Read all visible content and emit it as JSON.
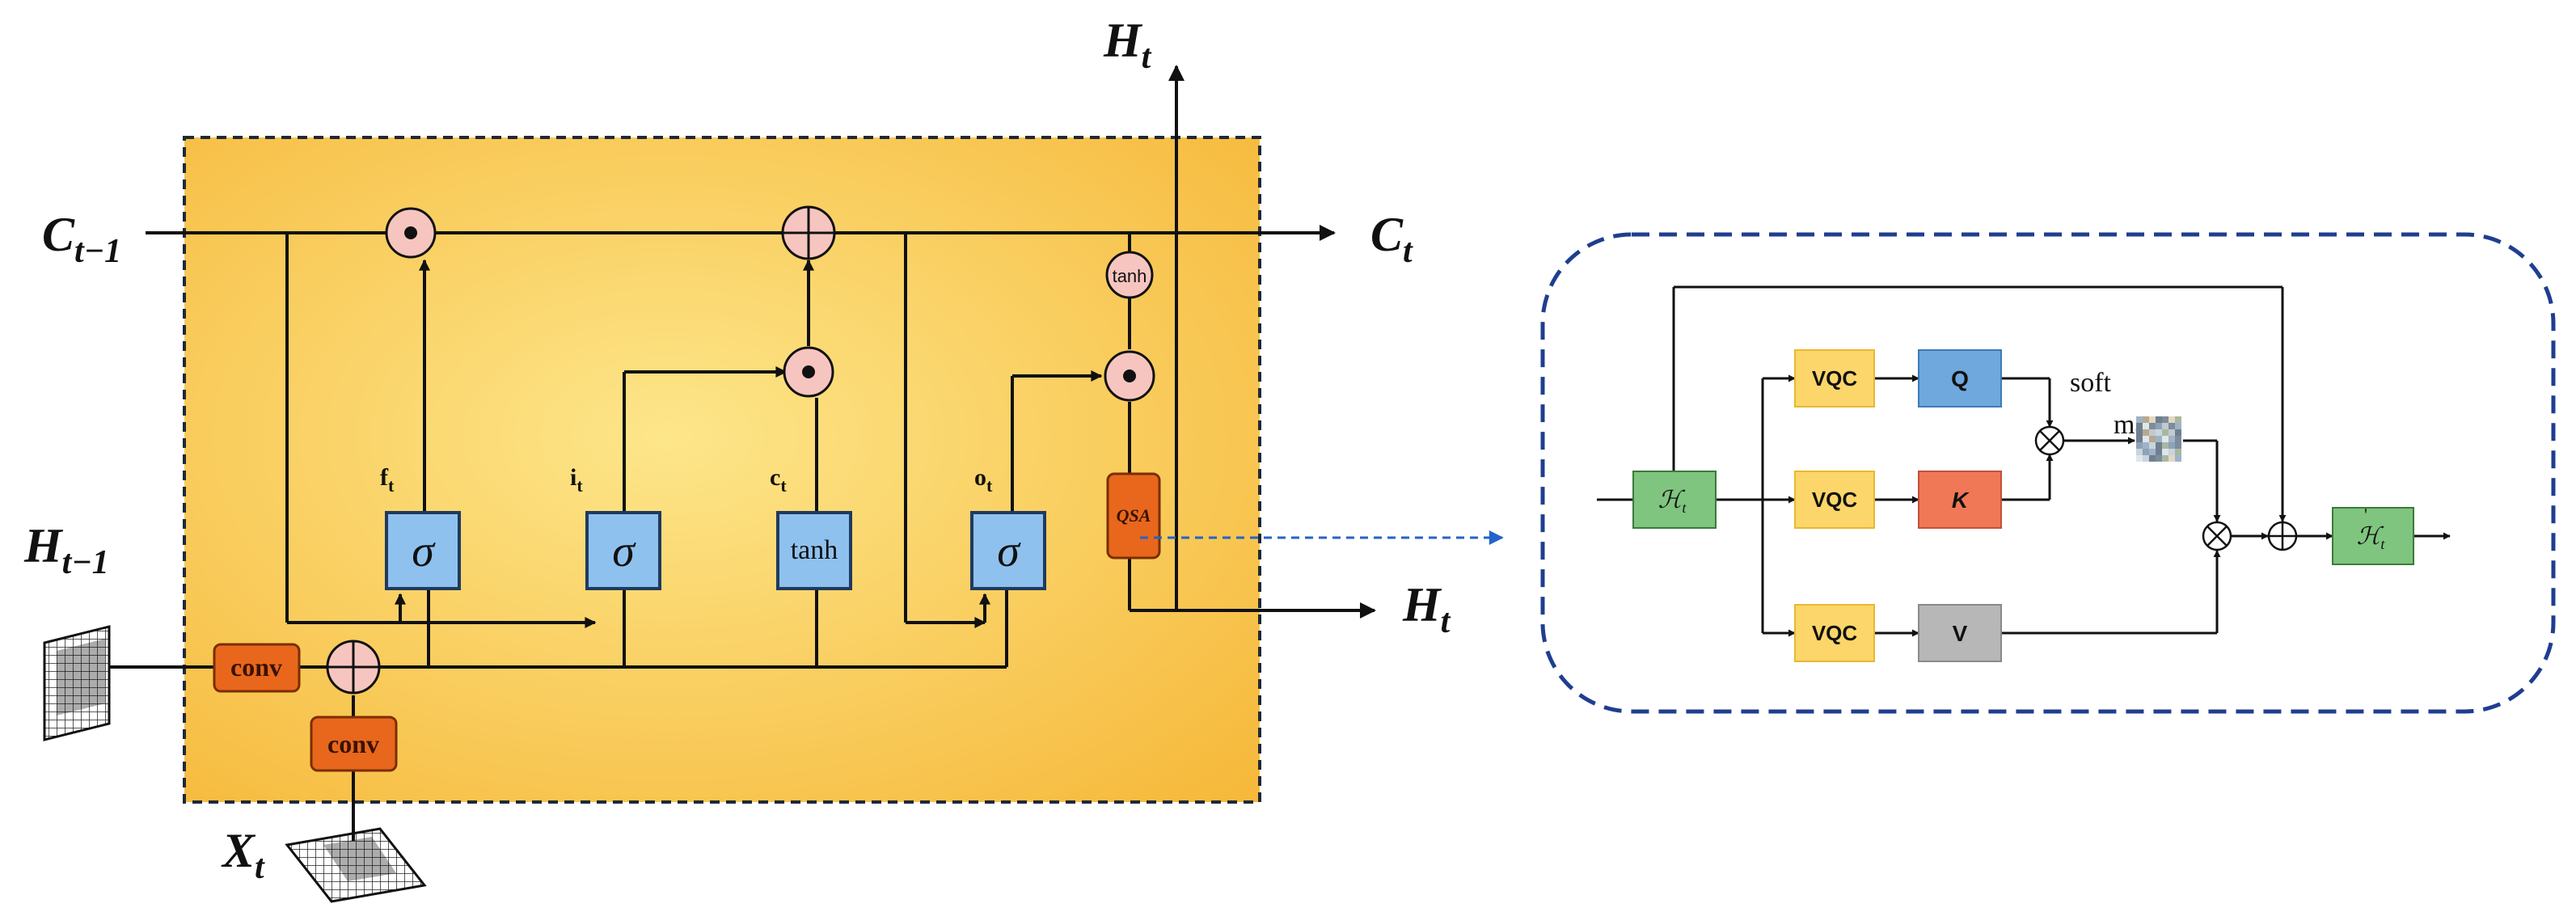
{
  "colors": {
    "cell_fill": "#fcd34d",
    "cell_fill_edge": "#f5b942",
    "cell_border": "#1f2937",
    "gate_fill": "#8fc1ee",
    "gate_border": "#1f3a5f",
    "op_fill": "#f7c5c0",
    "conv_fill": "#e8671c",
    "attn_border": "#1f3e8f",
    "vqc_fill": "#fcd66a",
    "q_fill": "#6fa8dc",
    "k_fill": "#f07857",
    "v_fill": "#b7b7b7",
    "h_fill": "#7fc57f",
    "arrow_dash": "#2563c9"
  },
  "convlstm": {
    "labels": {
      "c_prev": "C",
      "c_prev_sub": "t−1",
      "c_out": "C",
      "c_out_sub": "t",
      "h_prev": "H",
      "h_prev_sub": "t−1",
      "h_top": "H",
      "h_top_sub": "t",
      "h_out": "H",
      "h_out_sub": "t",
      "x_in": "X",
      "x_in_sub": "t"
    },
    "gates": [
      {
        "name": "f",
        "sub": "t",
        "symbol": "σ"
      },
      {
        "name": "i",
        "sub": "t",
        "symbol": "σ"
      },
      {
        "name": "c",
        "sub": "t",
        "symbol": "tanh"
      },
      {
        "name": "o",
        "sub": "t",
        "symbol": "σ"
      }
    ],
    "ops": {
      "mul": "•",
      "add": "+",
      "tanh": "tanh"
    },
    "conv_h": "conv",
    "conv_x": "conv",
    "qsa": "QSA"
  },
  "attention": {
    "input": "ℋ",
    "input_sub": "t",
    "output": "ℋ",
    "output_sub": "t",
    "vqc": [
      "VQC",
      "VQC",
      "VQC"
    ],
    "q": "Q",
    "k": "K",
    "v": "V",
    "softmax_line1": "soft",
    "softmax_line2": "max"
  }
}
